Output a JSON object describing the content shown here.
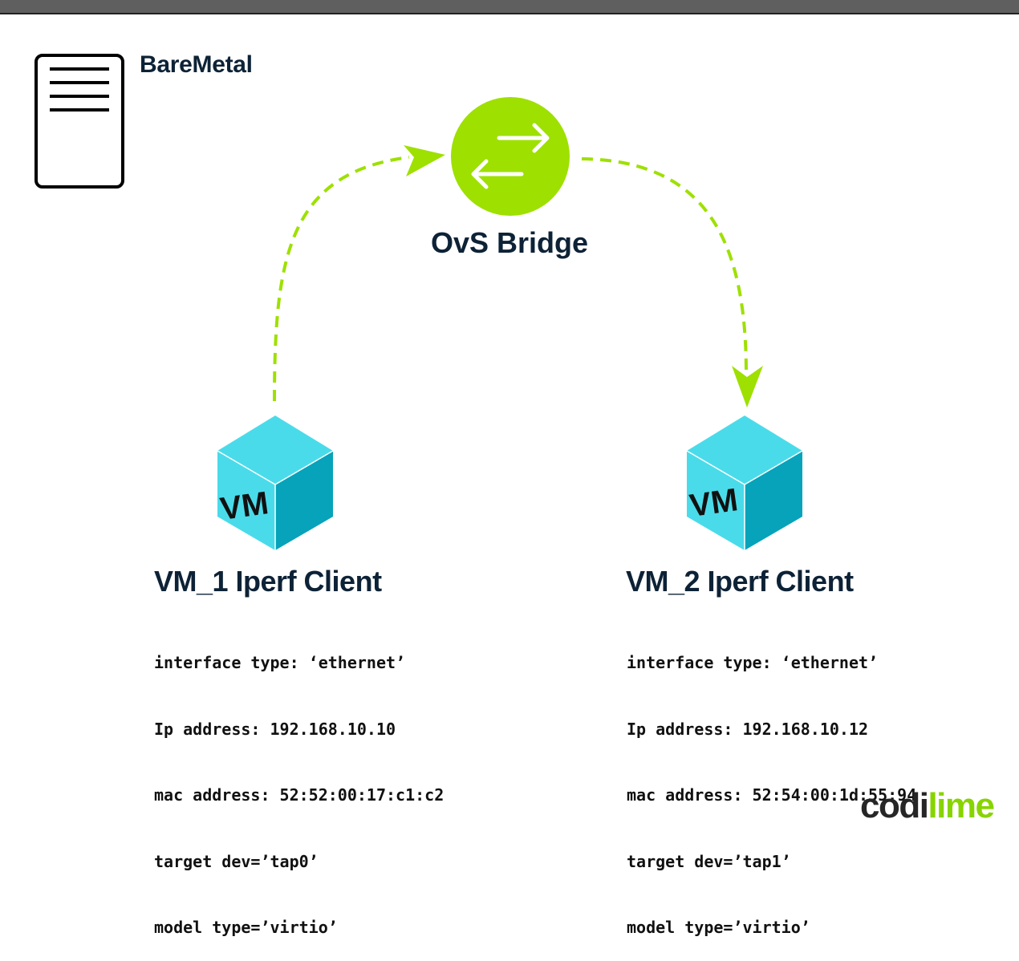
{
  "baremetal": {
    "label": "BareMetal"
  },
  "bridge": {
    "label": "OvS Bridge"
  },
  "vms": [
    {
      "title": "VM_1 Iperf Client",
      "icon_text": "VM",
      "details": [
        "interface type: ‘ethernet’",
        "Ip address: 192.168.10.10",
        "mac address: 52:52:00:17:c1:c2",
        "target dev=’tap0’",
        "model type=’virtio’"
      ]
    },
    {
      "title": "VM_2 Iperf Client",
      "icon_text": "VM",
      "details": [
        "interface type: ‘ethernet’",
        "Ip address: 192.168.10.12",
        "mac address: 52:54:00:1d:55:94",
        "target dev=’tap1’",
        "model type=’virtio’"
      ]
    }
  ],
  "logo": {
    "part1": "codi",
    "part2": "lime"
  },
  "colors": {
    "accent_green": "#9ee000",
    "cube_top": "#4adbea",
    "cube_side": "#06a3ba",
    "text_dark": "#0d2236"
  }
}
